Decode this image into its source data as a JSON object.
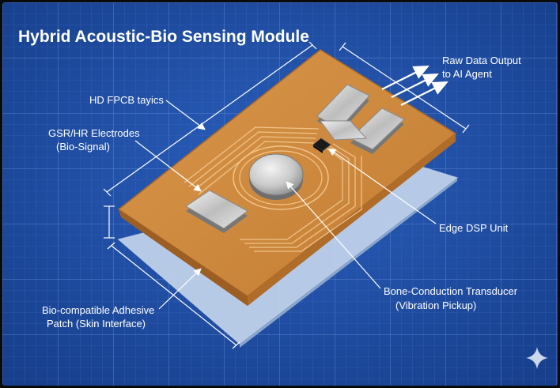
{
  "title": "Hybrid Acoustic-Bio Sensing Module",
  "labels": {
    "raw_output_line1": "Raw Data Output",
    "raw_output_line2": "to AI Agent",
    "fpcb": "HD FPCB tayics",
    "electrodes_line1": "GSR/HR Electrodes",
    "electrodes_line2": "(Bio-Signal)",
    "dsp": "Edge DSP Unit",
    "transducer_line1": "Bone-Conduction Transducer",
    "transducer_line2": "(Vibration Pickup)",
    "patch_line1": "Bio-compatible Adhesive",
    "patch_line2": "Patch (Skin Interface)"
  },
  "icons": [
    "sparkle-icon"
  ],
  "colors": {
    "blueprint_bg": "#1f4fa6",
    "grid_line": "#4f7dd0",
    "pcb_copper": "#cf8a3c",
    "pcb_edge": "#8a521c",
    "patch": "#c7d8ef",
    "text": "#ffffff"
  }
}
